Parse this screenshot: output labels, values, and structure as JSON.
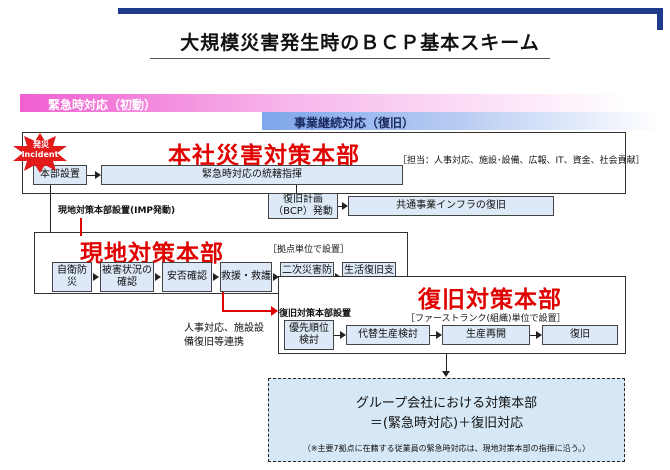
{
  "title": "大規模災害発生時のＢＣＰ基本スキーム",
  "phases": {
    "emergency": "緊急時対応（初動）",
    "continuity": "事業継続対応（復旧）"
  },
  "incident": {
    "line1": "発災",
    "line2": "Incident"
  },
  "hq": {
    "title": "本社災害対策本部",
    "duties": "［担当：人事対応、施設･設備、広報、IT、資金、社会貢献］",
    "setup": "本部設置",
    "command": "緊急時対応の統轄指揮",
    "bcp_plan": "復旧計画（BCP）発動",
    "infra": "共通事業インフラの復旧"
  },
  "local": {
    "setup_note": "現地対策本部設置(IMP発動)",
    "title": "現地対策本部",
    "unit_note": "［拠点単位で設置］",
    "steps": [
      "自衛防災",
      "被害状況の確認",
      "安否確認",
      "救援・救護",
      "二次災害防止",
      "生活復旧支援"
    ]
  },
  "recovery": {
    "setup_note": "復旧対策本部設置",
    "title": "復旧対策本部",
    "unit_note": "［ファーストランク(組織)単位で設置］",
    "steps": [
      "優先順位検討",
      "代替生産検討",
      "生産再開",
      "復旧"
    ]
  },
  "hr_note": {
    "line1": "人事対応、施設設",
    "line2": "備復旧等連携"
  },
  "group": {
    "line1": "グループ会社における対策本部",
    "line2": "＝(緊急時対応)＋復旧対応",
    "note": "（※主要7拠点に在籍する従業員の緊急時対応は、現地対策本部の指揮に沿う。）"
  },
  "colors": {
    "title_bar": "#1f3a8a",
    "emergency_band": "#f05fd0",
    "continuity_band": "#7ea6ea",
    "box_fill": "#dde9f7",
    "headline_red": "#e00000",
    "incident_burst": "#e21a1a",
    "group_fill": "#d6e8f5"
  }
}
